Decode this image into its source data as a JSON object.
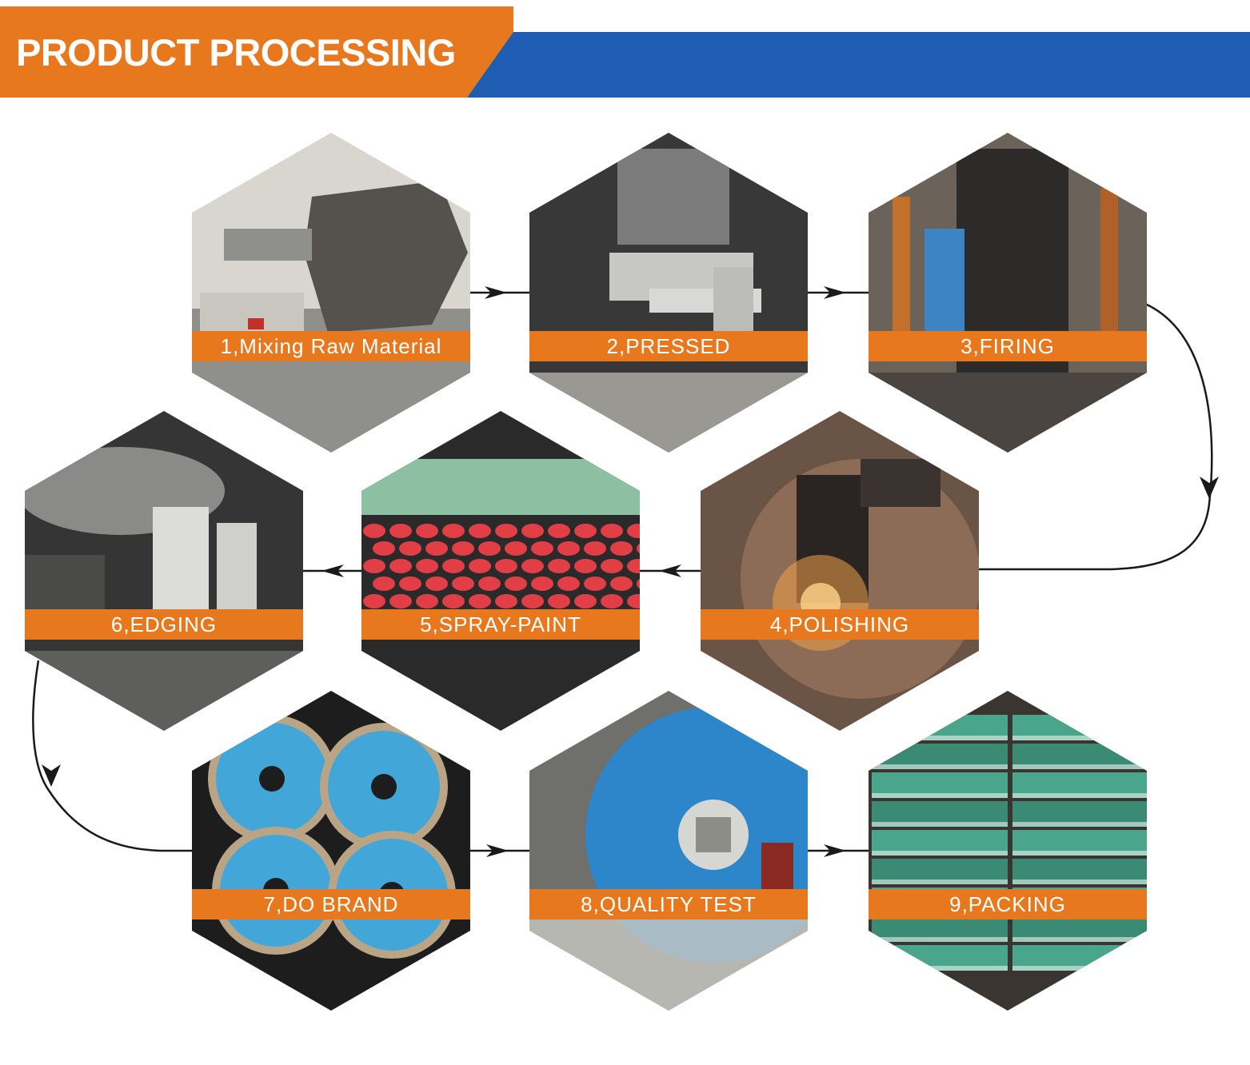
{
  "header": {
    "title": "PRODUCT PROCESSING",
    "colors": {
      "orange": "#e8781e",
      "blue": "#1f5db2"
    }
  },
  "steps": [
    {
      "label": "1,Mixing Raw Material",
      "scene": "mixer",
      "colors": [
        "#8f8f8c",
        "#55524e",
        "#d9d6cf"
      ]
    },
    {
      "label": "2,PRESSED",
      "scene": "press",
      "colors": [
        "#7b7b7b",
        "#383838",
        "#c7c7c4"
      ]
    },
    {
      "label": "3,FIRING",
      "scene": "furnace",
      "colors": [
        "#6b6259",
        "#2c2b2a",
        "#3c84c4"
      ]
    },
    {
      "label": "4,POLISHING",
      "scene": "polish",
      "colors": [
        "#6a5446",
        "#2a2522",
        "#f3a34a"
      ]
    },
    {
      "label": "5,SPRAY-PAINT",
      "scene": "paint",
      "colors": [
        "#2a2a2a",
        "#e23e45",
        "#8dbfa2"
      ]
    },
    {
      "label": "6,EDGING",
      "scene": "edging",
      "colors": [
        "#8a8a88",
        "#353535",
        "#dcdcd8"
      ]
    },
    {
      "label": "7,DO BRAND",
      "scene": "blades",
      "colors": [
        "#1d1d1d",
        "#43a6d9",
        "#b9a486"
      ]
    },
    {
      "label": "8,QUALITY TEST",
      "scene": "test",
      "colors": [
        "#c9c9c4",
        "#2c86c9",
        "#6f6f6b"
      ]
    },
    {
      "label": "9,PACKING",
      "scene": "boxes",
      "colors": [
        "#4aa58d",
        "#3b8a74",
        "#e8f3ef"
      ]
    }
  ],
  "theme": {
    "label_band": "#e8781e",
    "connector": "#1a1a1a"
  }
}
